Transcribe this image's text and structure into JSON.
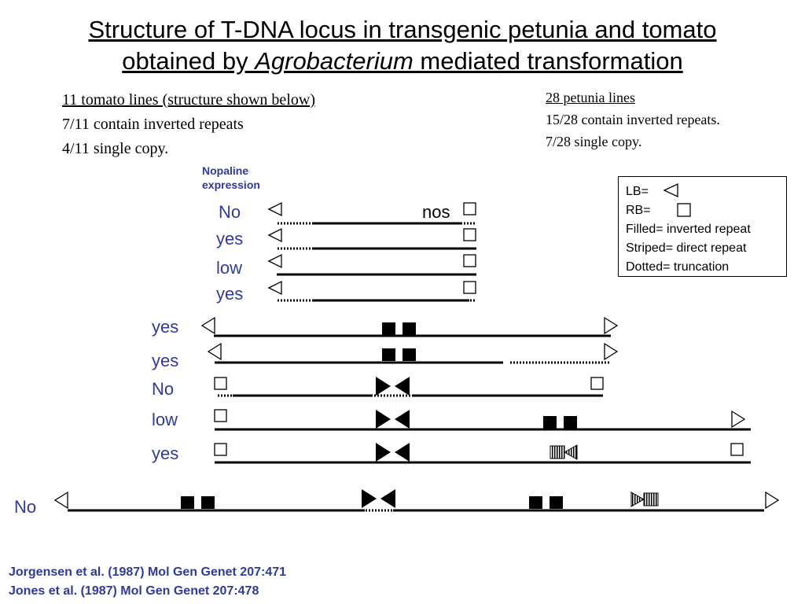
{
  "title": {
    "line1": "Structure of T-DNA locus in transgenic petunia and tomato",
    "line2_pre": "obtained by ",
    "line2_italic": "Agrobacterium",
    "line2_post": " mediated transformation"
  },
  "tomato_stats": {
    "heading": "11 tomato lines (structure shown below)",
    "line1": "7/11 contain inverted repeats",
    "line2": "4/11 single copy."
  },
  "petunia_stats": {
    "heading": "28 petunia lines",
    "line1": "15/28 contain inverted repeats.",
    "line2": "7/28 single copy."
  },
  "column_header": {
    "line1": "Nopaline",
    "line2": "expression"
  },
  "rows": [
    {
      "expression": "No",
      "marker_label": "nos"
    },
    {
      "expression": "yes"
    },
    {
      "expression": "low"
    },
    {
      "expression": "yes"
    },
    {
      "expression": "yes"
    },
    {
      "expression": "yes"
    },
    {
      "expression": "No"
    },
    {
      "expression": "low"
    },
    {
      "expression": "yes"
    },
    {
      "expression": "No"
    }
  ],
  "legend": {
    "lb": "LB=",
    "rb": "RB=",
    "filled": "Filled= inverted repeat",
    "striped": "Striped= direct repeat",
    "dotted": "Dotted= truncation"
  },
  "references": [
    "Jorgensen et al. (1987) Mol Gen Genet 207:471",
    "Jones et al. (1987) Mol Gen Genet 207:478"
  ],
  "colors": {
    "label_blue": "#2f3a9a",
    "ink": "#000000"
  }
}
